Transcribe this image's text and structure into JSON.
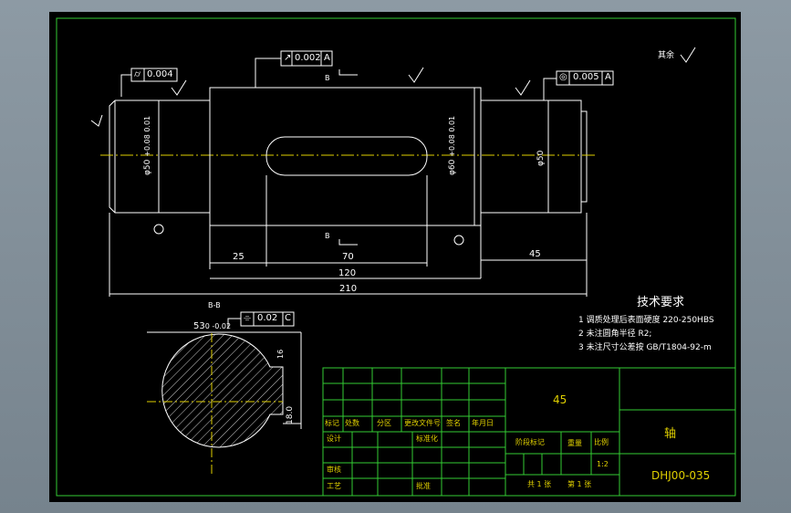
{
  "drawing": {
    "roughness_note": "其余",
    "section_label": "B-B",
    "section_marker_top": "B",
    "section_marker_bottom": "B",
    "tolerance_frames": [
      {
        "symbol": "⌭",
        "value": "0.004",
        "datum": ""
      },
      {
        "symbol": "↗",
        "value": "0.002",
        "datum": "A"
      },
      {
        "symbol": "◎",
        "value": "0.005",
        "datum": "A"
      },
      {
        "symbol": "⌯",
        "value": "0.02",
        "datum": "C"
      }
    ],
    "dimensions": {
      "d_left": "φ50",
      "d_left_tol": "+0.08 0.01",
      "d_mid": "φ60",
      "d_mid_tol": "+0.08 0.01",
      "d_right": "φ50",
      "len_25": "25",
      "len_70": "70",
      "len_45": "45",
      "len_120": "120",
      "len_210": "210",
      "sec_53": "53",
      "sec_53_tol": "0 -0.02",
      "sec_depth": "18.0",
      "sec_key": "16"
    },
    "tech_req": {
      "title": "技术要求",
      "items": [
        "1  调质处理后表面硬度 220-250HBS",
        "2  未注圆角半径 R2;",
        "3  未注尺寸公差按 GB/T1804-92-m"
      ]
    }
  },
  "title_block": {
    "material": "45",
    "part_name": "轴",
    "drawing_no": "DHJ00-035",
    "scale_label": "比例",
    "scale": "1:2",
    "weight_label": "重量",
    "stage_label": "阶段标记",
    "sheets_total": "共 1 张",
    "sheet_no": "第 1 张",
    "row_labels": [
      "标记",
      "处数",
      "分区",
      "更改文件号",
      "签名",
      "年月日"
    ],
    "design": "设计",
    "standard": "标准化",
    "review": "审核",
    "process": "工艺",
    "approve": "批准"
  }
}
